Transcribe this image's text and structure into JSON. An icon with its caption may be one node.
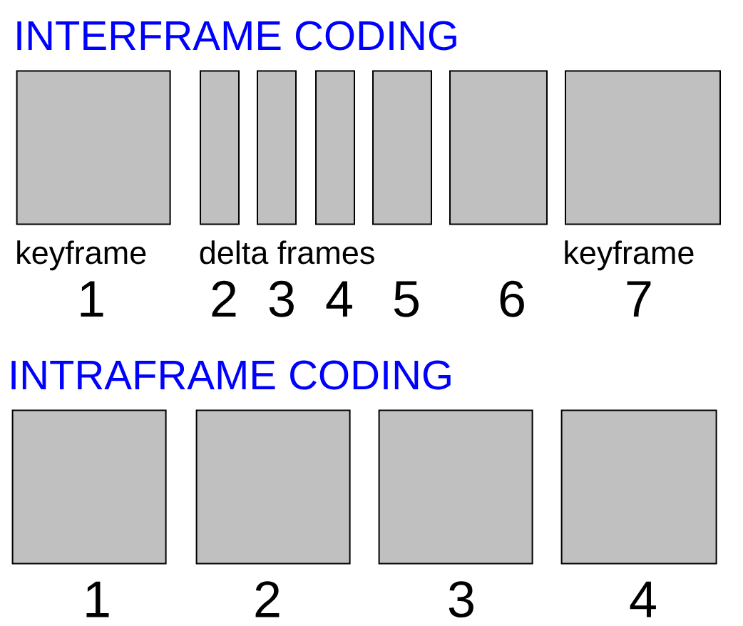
{
  "diagram": {
    "nodes": [
      {
        "text": [],
        "shape": "box",
        "beside": [
          "keyframe",
          "1"
        ]
      },
      {
        "text": [],
        "shape": "box",
        "beside": [
          "2"
        ]
      },
      {
        "text": [],
        "shape": "box",
        "beside": [
          "3"
        ]
      },
      {
        "text": [],
        "shape": "box",
        "beside": [
          "4"
        ]
      },
      {
        "text": [],
        "shape": "box",
        "beside": [
          "5"
        ]
      },
      {
        "text": [],
        "shape": "box",
        "beside": [
          "6"
        ]
      },
      {
        "text": [],
        "shape": "box",
        "beside": [
          "keyframe",
          "7"
        ]
      },
      {
        "text": [],
        "shape": "box",
        "beside": [
          "1"
        ]
      },
      {
        "text": [],
        "shape": "box",
        "beside": [
          "2"
        ]
      },
      {
        "text": [],
        "shape": "box",
        "beside": [
          "3"
        ]
      },
      {
        "text": [],
        "shape": "box",
        "beside": [
          "4"
        ]
      }
    ],
    "labels": [
      "INTERFRAME CODING",
      "delta frames",
      "INTRAFRAME CODING"
    ]
  }
}
